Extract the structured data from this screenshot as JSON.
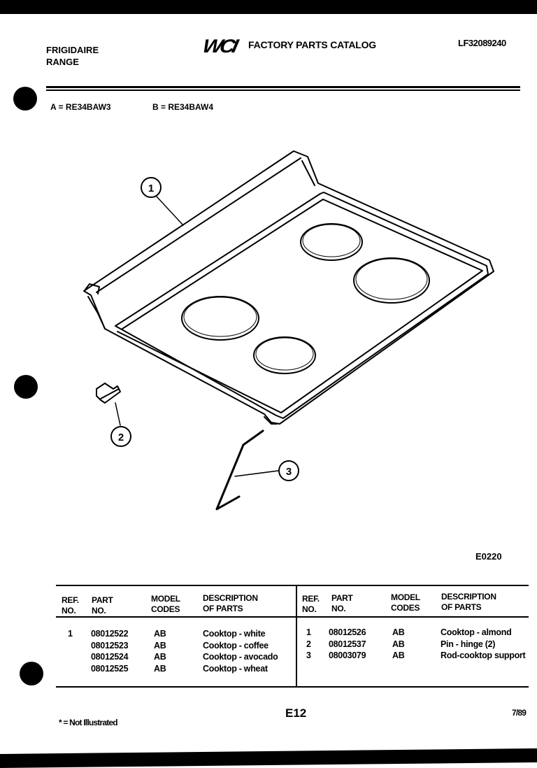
{
  "header": {
    "brand_line1": "FRIGIDAIRE",
    "brand_line2": "RANGE",
    "logo": "WCI",
    "catalog_title": "FACTORY PARTS CATALOG",
    "catalog_number": "LF32089240"
  },
  "models": {
    "a": "A = RE34BAW3",
    "b": "B = RE34BAW4"
  },
  "diagram": {
    "code": "E0220",
    "callouts": [
      "1",
      "2",
      "3"
    ]
  },
  "table": {
    "headers": {
      "ref_no_1": "REF.",
      "ref_no_2": "NO.",
      "part_no_1": "PART",
      "part_no_2": "NO.",
      "model_codes_1": "MODEL",
      "model_codes_2": "CODES",
      "description_1": "DESCRIPTION",
      "description_2": "OF PARTS"
    },
    "left_rows": [
      {
        "ref": "1",
        "part": "08012522",
        "codes": "AB",
        "description": "Cooktop - white"
      },
      {
        "ref": "",
        "part": "08012523",
        "codes": "AB",
        "description": "Cooktop - coffee"
      },
      {
        "ref": "",
        "part": "08012524",
        "codes": "AB",
        "description": "Cooktop - avocado"
      },
      {
        "ref": "",
        "part": "08012525",
        "codes": "AB",
        "description": "Cooktop - wheat"
      }
    ],
    "right_rows": [
      {
        "ref": "1",
        "part": "08012526",
        "codes": "AB",
        "description": "Cooktop - almond"
      },
      {
        "ref": "2",
        "part": "08012537",
        "codes": "AB",
        "description": "Pin - hinge (2)"
      },
      {
        "ref": "3",
        "part": "08003079",
        "codes": "AB",
        "description": "Rod-cooktop support"
      }
    ]
  },
  "footer": {
    "footnote": "* = Not Illustrated",
    "page_code": "E12",
    "date": "7/89"
  }
}
